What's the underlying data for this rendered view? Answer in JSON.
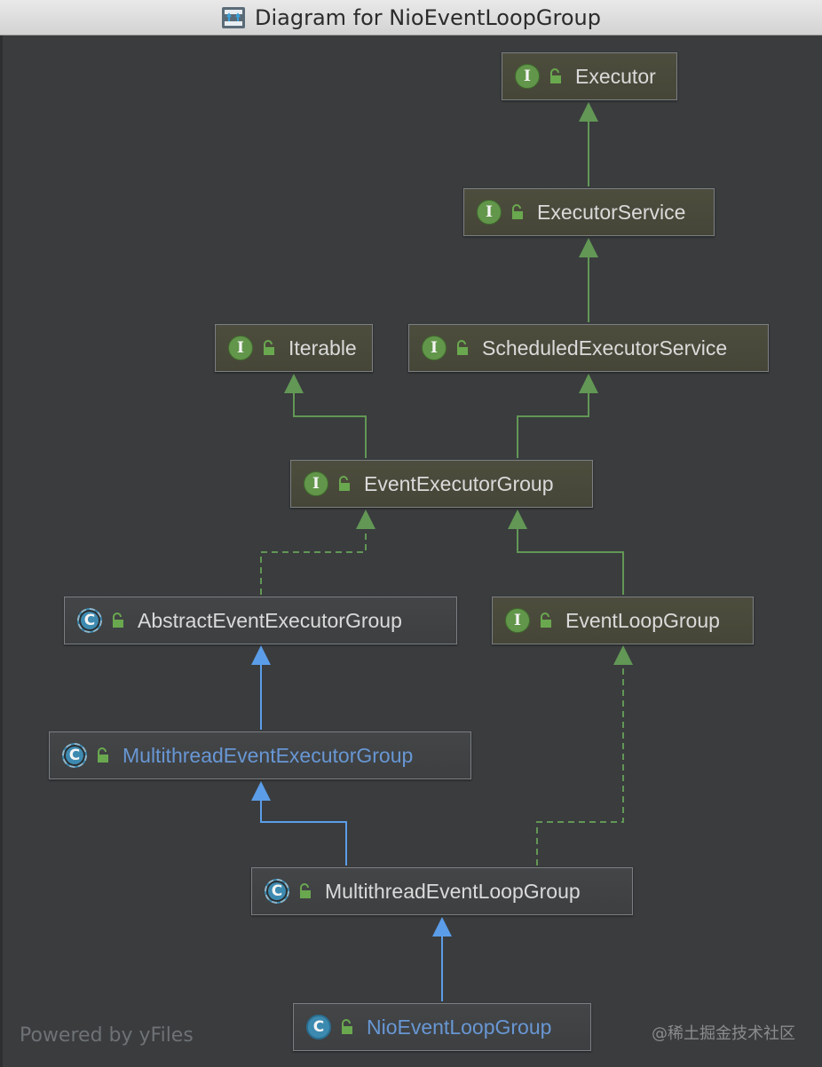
{
  "window": {
    "title": "Diagram for NioEventLoopGroup"
  },
  "colors": {
    "background": "#3a3c3e",
    "realization_edge": "#629755",
    "extends_edge": "#5b9de8",
    "interface_badge": "#62964a",
    "class_badge": "#3d8ab0",
    "blue_label": "#6897d4"
  },
  "nodes": {
    "executor": {
      "label": "Executor",
      "kind": "interface",
      "badge": "I"
    },
    "executor_service": {
      "label": "ExecutorService",
      "kind": "interface",
      "badge": "I"
    },
    "iterable": {
      "label": "Iterable",
      "kind": "interface",
      "badge": "I"
    },
    "scheduled_executor_service": {
      "label": "ScheduledExecutorService",
      "kind": "interface",
      "badge": "I"
    },
    "event_executor_group": {
      "label": "EventExecutorGroup",
      "kind": "interface",
      "badge": "I"
    },
    "abstract_event_executor_group": {
      "label": "AbstractEventExecutorGroup",
      "kind": "abstract-class",
      "badge": "C"
    },
    "event_loop_group": {
      "label": "EventLoopGroup",
      "kind": "interface",
      "badge": "I"
    },
    "multithread_event_executor_group": {
      "label": "MultithreadEventExecutorGroup",
      "kind": "abstract-class",
      "badge": "C"
    },
    "multithread_event_loop_group": {
      "label": "MultithreadEventLoopGroup",
      "kind": "abstract-class",
      "badge": "C"
    },
    "nio_event_loop_group": {
      "label": "NioEventLoopGroup",
      "kind": "class",
      "badge": "C"
    }
  },
  "edges": [
    {
      "from": "executor_service",
      "to": "executor",
      "type": "extends-interface",
      "style": "solid",
      "color": "green"
    },
    {
      "from": "scheduled_executor_service",
      "to": "executor_service",
      "type": "extends-interface",
      "style": "solid",
      "color": "green"
    },
    {
      "from": "event_executor_group",
      "to": "iterable",
      "type": "extends-interface",
      "style": "solid",
      "color": "green"
    },
    {
      "from": "event_executor_group",
      "to": "scheduled_executor_service",
      "type": "extends-interface",
      "style": "solid",
      "color": "green"
    },
    {
      "from": "abstract_event_executor_group",
      "to": "event_executor_group",
      "type": "implements",
      "style": "dashed",
      "color": "green"
    },
    {
      "from": "event_loop_group",
      "to": "event_executor_group",
      "type": "extends-interface",
      "style": "solid",
      "color": "green"
    },
    {
      "from": "multithread_event_executor_group",
      "to": "abstract_event_executor_group",
      "type": "extends",
      "style": "solid",
      "color": "blue"
    },
    {
      "from": "multithread_event_loop_group",
      "to": "multithread_event_executor_group",
      "type": "extends",
      "style": "solid",
      "color": "blue"
    },
    {
      "from": "multithread_event_loop_group",
      "to": "event_loop_group",
      "type": "implements",
      "style": "dashed",
      "color": "green"
    },
    {
      "from": "nio_event_loop_group",
      "to": "multithread_event_loop_group",
      "type": "extends",
      "style": "solid",
      "color": "blue"
    }
  ],
  "footer": {
    "powered_by": "Powered by yFiles",
    "source_watermark": "@稀土掘金技术社区"
  }
}
